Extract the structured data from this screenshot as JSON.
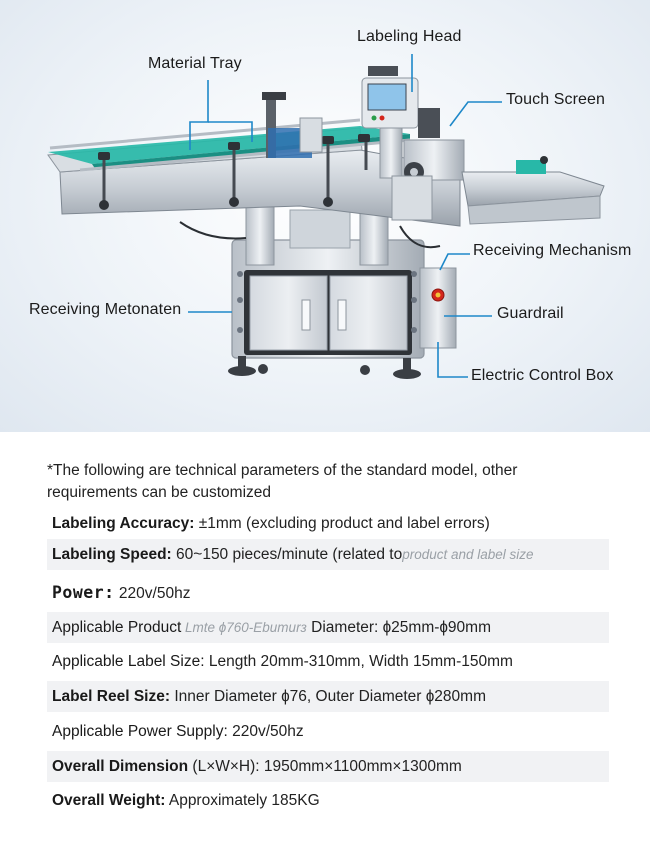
{
  "callouts": {
    "labeling_head": "Labeling Head",
    "material_tray": "Material Tray",
    "touch_screen": "Touch Screen",
    "receiving_mechanism": "Receiving Mechanism",
    "receiving_left": "Receiving Metonaten",
    "guardrail": "Guardrail",
    "electric_control_box": "Electric Control Box"
  },
  "note": "*The following are technical parameters of the standard model, other requirements can be customized",
  "specs": [
    {
      "key": "Labeling Accuracy:",
      "value": " ±1mm (excluding product and label errors)",
      "shade": false
    },
    {
      "key": "Labeling Speed:",
      "value": " 60~150 pieces/minute (related to",
      "faint": "product and label size",
      "shade": true
    },
    {
      "key": "Power:",
      "value": "  220v/50hz",
      "shade": false,
      "mono": true
    },
    {
      "key": "Applicable Product",
      "value": " Diameter: ɸ25mm-ɸ90mm",
      "faint": "Lmte ɸ760-Ebumurɜ",
      "shade": true,
      "plain_key": true
    },
    {
      "key": "Applicable Label Size:",
      "value": " Length 20mm-310mm, Width 15mm-150mm",
      "shade": false,
      "plain_key": true
    },
    {
      "key": "Label Reel Size:",
      "value": " Inner Diameter ɸ76, Outer Diameter ɸ280mm",
      "shade": true
    },
    {
      "key": "Applicable Power Supply:",
      "value": " 220v/50hz",
      "shade": false,
      "plain_key": true
    },
    {
      "key": "Overall Dimension",
      "value": " (L×W×H): 1950mm×1100mm×1300mm",
      "shade": true
    },
    {
      "key": "Overall Weight:",
      "value": " Approximately 185KG",
      "shade": false
    }
  ]
}
